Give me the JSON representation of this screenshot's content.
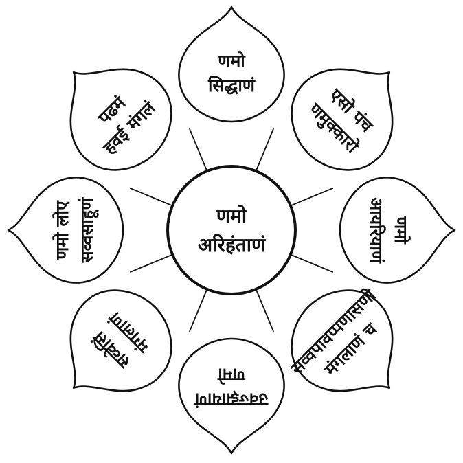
{
  "center": {
    "line1": "णमो",
    "line2": "अरिहंताणं"
  },
  "petals": [
    {
      "name": "petal-top",
      "line1": "णमो",
      "line2": "सिद्धाणं"
    },
    {
      "name": "petal-top-right",
      "line1": "एसो पंच",
      "line2": "णमुक्कारो"
    },
    {
      "name": "petal-right",
      "line1": "णमो",
      "line2": "आयरियाणं"
    },
    {
      "name": "petal-bottom-right",
      "line1": "सव्वपावप्पणासणो",
      "line2": "मंगलाणं च"
    },
    {
      "name": "petal-bottom",
      "line1": "उवज्झायाणं",
      "line2": "णमो"
    },
    {
      "name": "petal-bottom-left",
      "line1": "सव्वेसिं",
      "line2": "मंगलाणं"
    },
    {
      "name": "petal-left",
      "line1": "णमो लोए",
      "line2": "सव्वसाहूणं"
    },
    {
      "name": "petal-top-left",
      "line1": "पढमं",
      "line2": "हवई मंगलं"
    }
  ],
  "colors": {
    "ink": "#111111",
    "paper": "#ffffff"
  }
}
